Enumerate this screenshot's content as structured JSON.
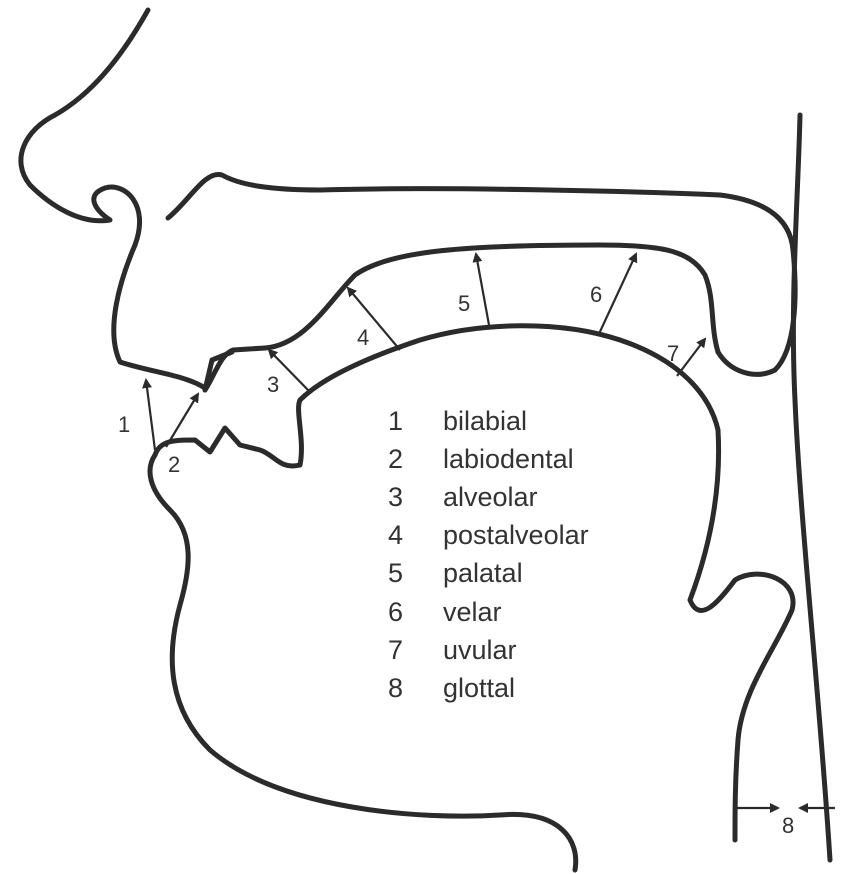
{
  "diagram": {
    "place_numbers": [
      "1",
      "2",
      "3",
      "4",
      "5",
      "6",
      "7",
      "8"
    ],
    "legend": [
      {
        "num": "1",
        "label": "bilabial"
      },
      {
        "num": "2",
        "label": "labiodental"
      },
      {
        "num": "3",
        "label": "alveolar"
      },
      {
        "num": "4",
        "label": "postalveolar"
      },
      {
        "num": "5",
        "label": "palatal"
      },
      {
        "num": "6",
        "label": "velar"
      },
      {
        "num": "7",
        "label": "uvular"
      },
      {
        "num": "8",
        "label": "glottal"
      }
    ]
  },
  "colors": {
    "stroke": "#2b2b2b",
    "text": "#333333",
    "background": "#ffffff"
  }
}
